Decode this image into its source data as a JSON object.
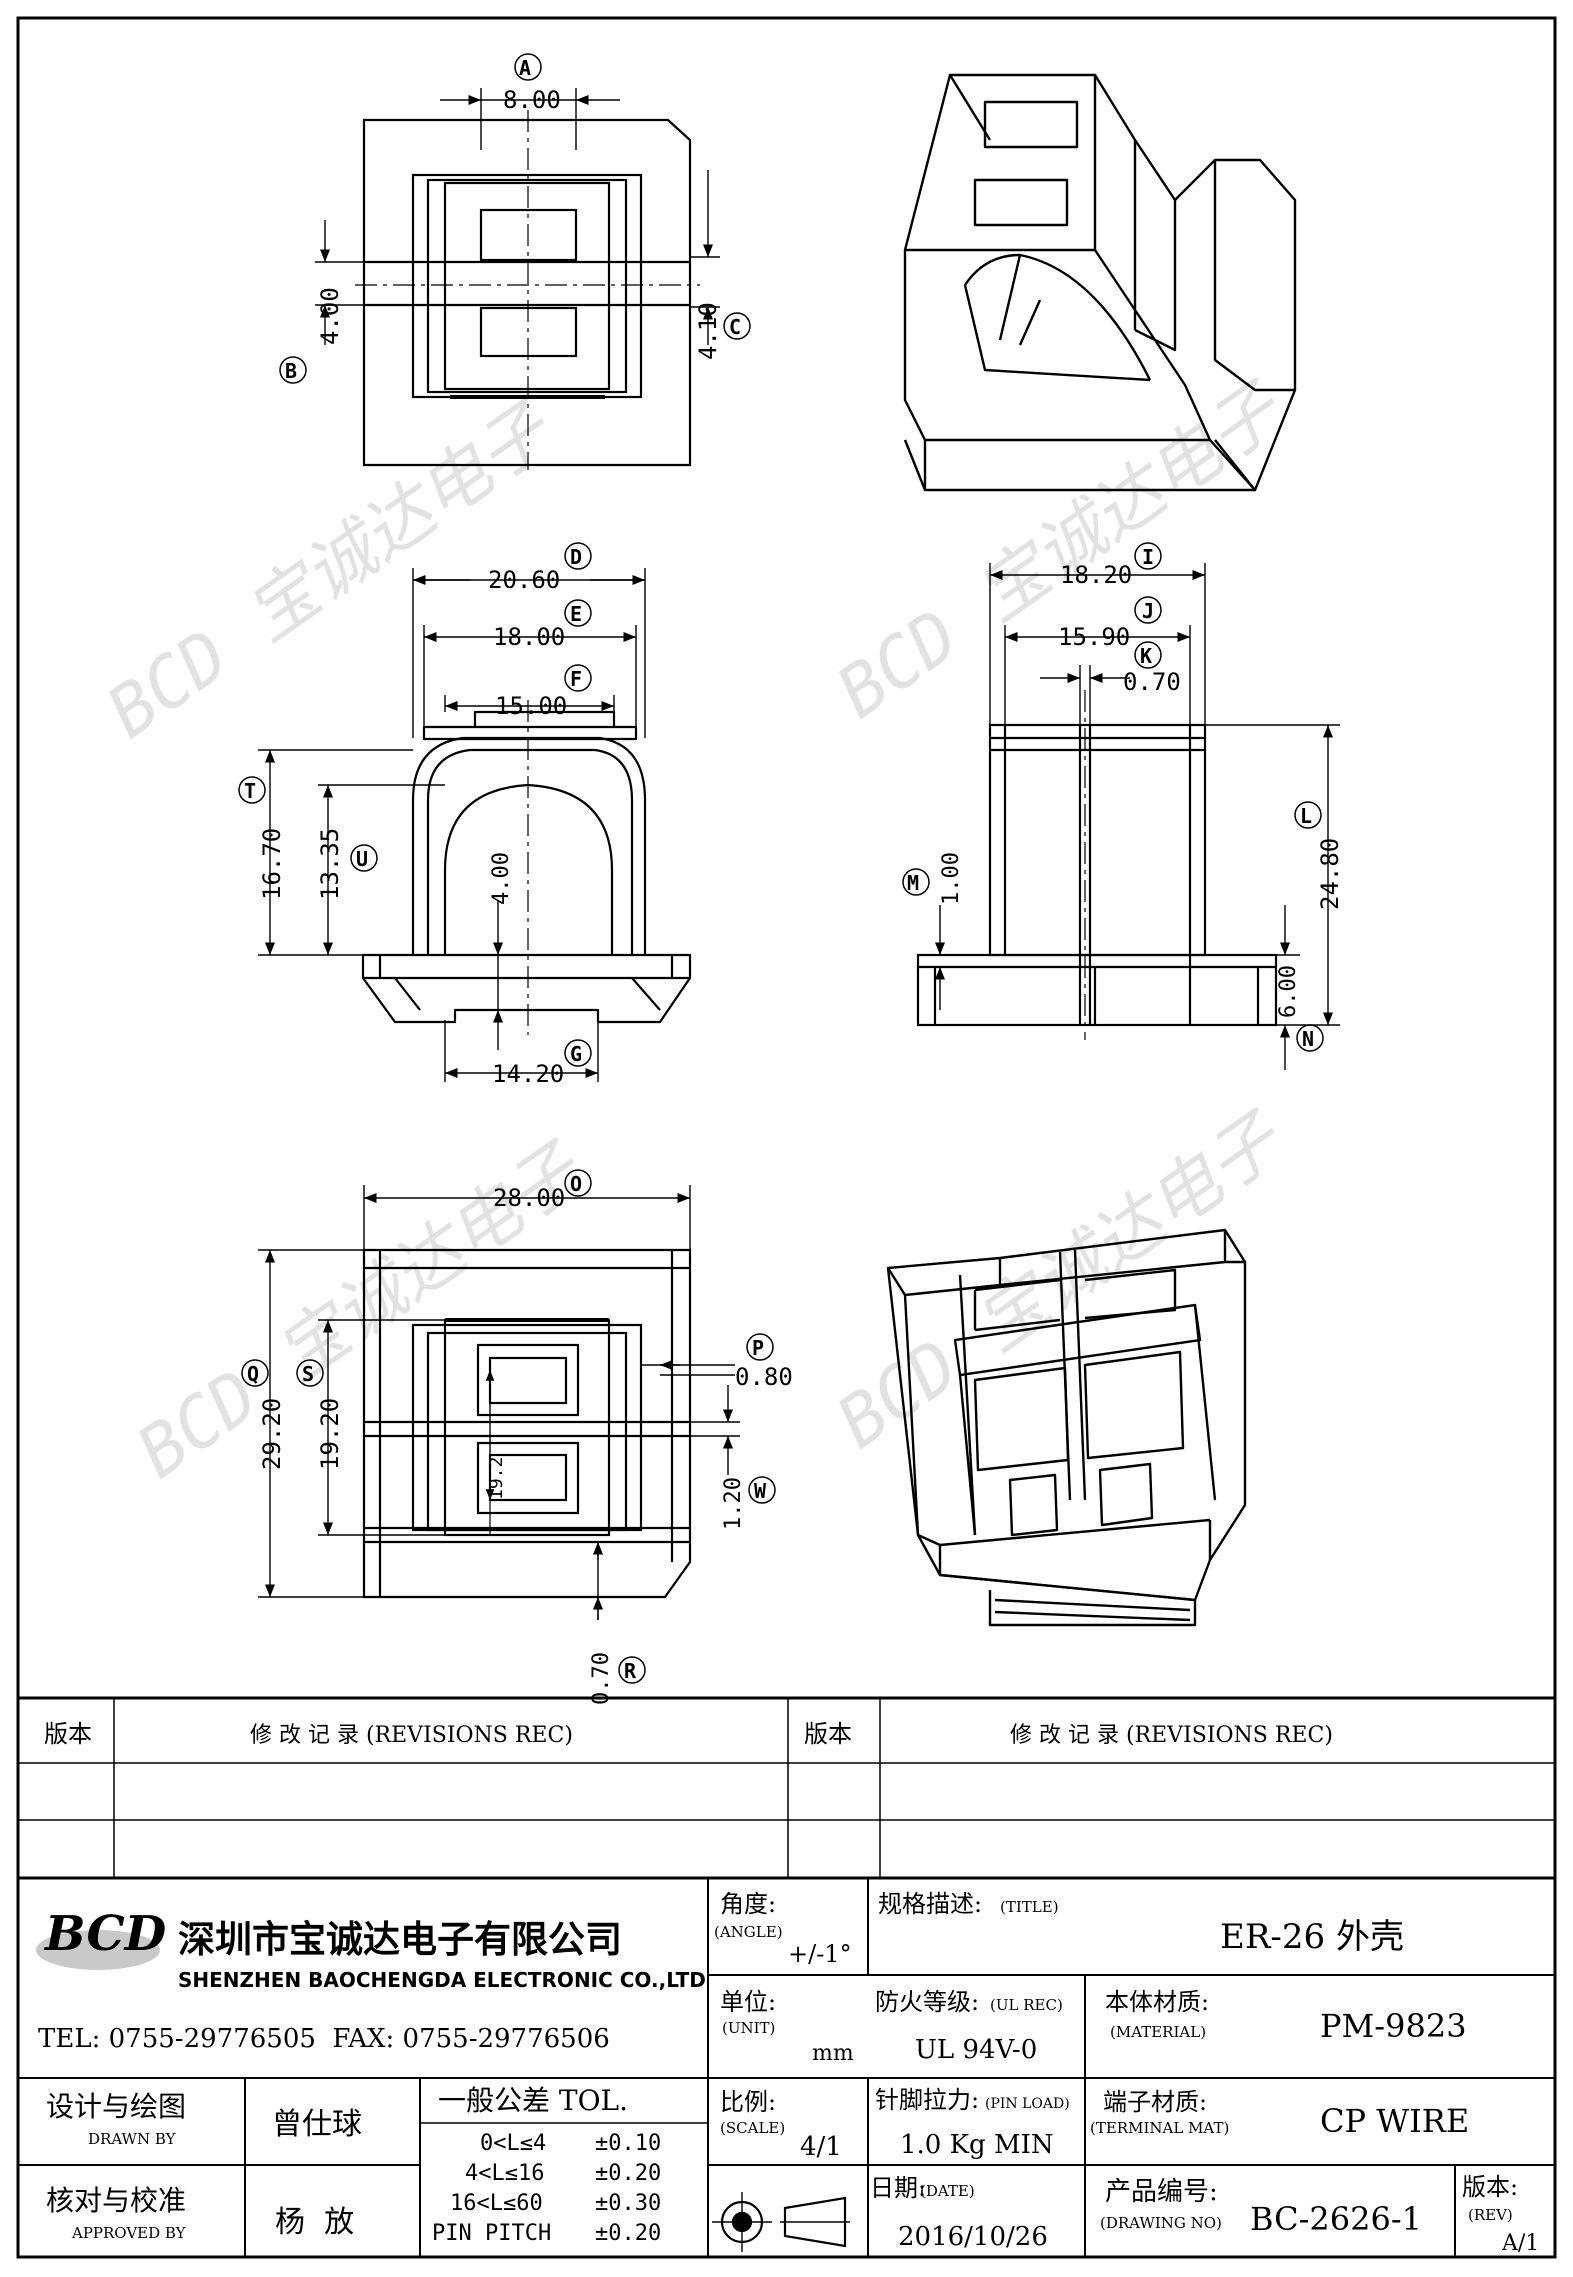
{
  "dimensions": [
    {
      "id": "A",
      "value": "8.00"
    },
    {
      "id": "B",
      "value": "4.00"
    },
    {
      "id": "C",
      "value": "4.10"
    },
    {
      "id": "D",
      "value": "20.60"
    },
    {
      "id": "E",
      "value": "18.00"
    },
    {
      "id": "F",
      "value": "15.00"
    },
    {
      "id": "G",
      "value": "14.20"
    },
    {
      "id": "T",
      "value": "16.70"
    },
    {
      "id": "U",
      "value": "13.35"
    },
    {
      "id": "center",
      "value": "4.00"
    },
    {
      "id": "I",
      "value": "18.20"
    },
    {
      "id": "J",
      "value": "15.90"
    },
    {
      "id": "K",
      "value": "0.70"
    },
    {
      "id": "L",
      "value": "24.80"
    },
    {
      "id": "M",
      "value": "1.00"
    },
    {
      "id": "N",
      "value": "6.00"
    },
    {
      "id": "O",
      "value": "28.00"
    },
    {
      "id": "Q",
      "value": "29.20"
    },
    {
      "id": "S",
      "value": "19.20"
    },
    {
      "id": "P",
      "value": "0.80"
    },
    {
      "id": "W",
      "value": "1.20"
    },
    {
      "id": "R",
      "value": "0.70"
    },
    {
      "id": "inner",
      "value": "19.2"
    }
  ],
  "revisions": {
    "header_version": "版本",
    "header_record": "修  改  记  录  (REVISIONS REC)"
  },
  "company": {
    "logo_text": "BCD",
    "name_cn": "深圳市宝诚达电子有限公司",
    "name_en": "SHENZHEN BAOCHENGDA ELECTRONIC CO.,LTD",
    "tel": "TEL: 0755-29776505  FAX: 0755-29776506"
  },
  "watermark": {
    "text": "BCD 宝诚达电子"
  },
  "title_block": {
    "angle_label": "角度:",
    "angle_label_en": "(ANGLE)",
    "angle_value": "+/-1°",
    "title_label": "规格描述:",
    "title_label_en": "(TITLE)",
    "title_value": "ER-26 外壳",
    "unit_label": "单位:",
    "unit_label_en": "(UNIT)",
    "unit_value": "mm",
    "ul_label": "防火等级:",
    "ul_label_en": "(UL REC)",
    "ul_value": "UL 94V-0",
    "material_label": "本体材质:",
    "material_label_en": "(MATERIAL)",
    "material_value": "PM-9823",
    "drawn_label": "设计与绘图",
    "drawn_label_en": "DRAWN BY",
    "drawn_value": "曾仕球",
    "tol_label": "一般公差 TOL.",
    "tolerances": [
      {
        "range": "0<L≤4",
        "tol": "±0.10"
      },
      {
        "range": "4<L≤16",
        "tol": "±0.20"
      },
      {
        "range": "16<L≤60",
        "tol": "±0.30"
      },
      {
        "range": "PIN PITCH",
        "tol": "±0.20"
      }
    ],
    "scale_label": "比例:",
    "scale_label_en": "(SCALE)",
    "scale_value": "4/1",
    "pin_label": "针脚拉力:",
    "pin_label_en": "(PIN LOAD)",
    "pin_value": "1.0 Kg MIN",
    "terminal_label": "端子材质:",
    "terminal_label_en": "(TERMINAL MAT)",
    "terminal_value": "CP WIRE",
    "approved_label": "核对与校准",
    "approved_label_en": "APPROVED BY",
    "approved_value": "杨  放",
    "date_label": "日期:",
    "date_label_en": "(DATE)",
    "date_value": "2016/10/26",
    "drawing_label": "产品编号:",
    "drawing_label_en": "(DRAWING NO)",
    "drawing_value": "BC-2626-1",
    "rev_label": "版本:",
    "rev_label_en": "(REV)",
    "rev_value": "A/1"
  }
}
